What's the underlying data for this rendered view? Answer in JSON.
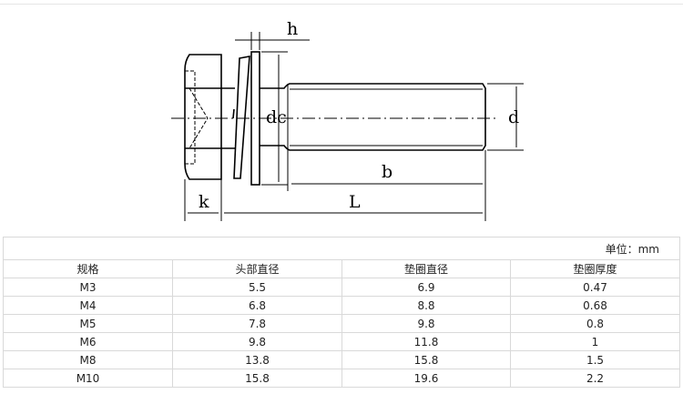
{
  "diagram": {
    "labels": {
      "h": "h",
      "dc": "dc",
      "d": "d",
      "b": "b",
      "L": "L",
      "k": "k"
    }
  },
  "table": {
    "unit": "单位：mm",
    "headers": [
      "规格",
      "头部直径",
      "垫圈直径",
      "垫圈厚度"
    ],
    "rows": [
      [
        "M3",
        "5.5",
        "6.9",
        "0.47"
      ],
      [
        "M4",
        "6.8",
        "8.8",
        "0.68"
      ],
      [
        "M5",
        "7.8",
        "9.8",
        "0.8"
      ],
      [
        "M6",
        "9.8",
        "11.8",
        "1"
      ],
      [
        "M8",
        "13.8",
        "15.8",
        "1.5"
      ],
      [
        "M10",
        "15.8",
        "19.6",
        "2.2"
      ]
    ]
  }
}
